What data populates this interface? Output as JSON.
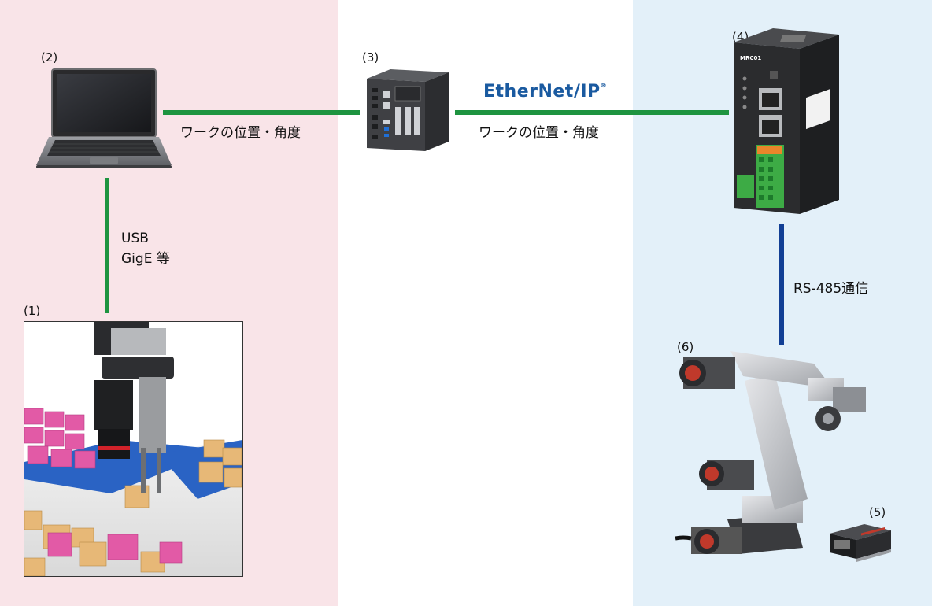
{
  "labels": {
    "item1": "(1)",
    "item2": "(2)",
    "item3": "(3)",
    "item4": "(4)",
    "item5": "(5)",
    "item6": "(6)"
  },
  "links": {
    "pc_to_ipc": "ワークの位置・角度",
    "ipc_to_controller": "ワークの位置・角度",
    "camera_to_pc_line1": "USB",
    "camera_to_pc_line2": "GigE 等",
    "controller_to_robot": "RS-485通信"
  },
  "logo": {
    "ethernet_ip": "EtherNet/IP",
    "trademark": "®"
  },
  "colors": {
    "left_zone": "#f9e4e8",
    "right_zone": "#e3f0f9",
    "green_line": "#1e9440",
    "blue_line": "#123f95"
  },
  "devices": {
    "controller_model": "MRC01"
  }
}
